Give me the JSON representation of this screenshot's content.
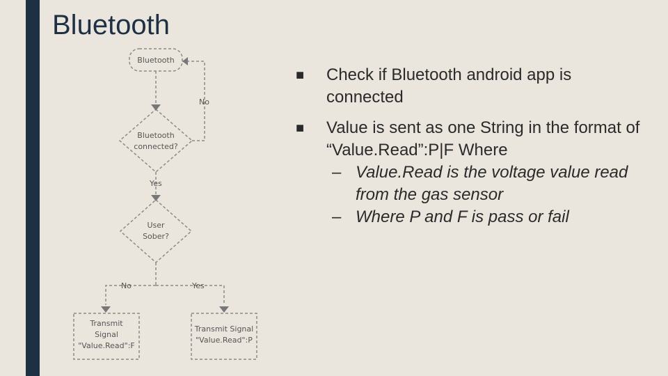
{
  "slide": {
    "title": "Bluetooth"
  },
  "flowchart": {
    "nodes": {
      "start": "Bluetooth",
      "decision_connected": "Bluetooth\nconnected?",
      "decision_sober": "User\nSober?",
      "action_fail": "Transmit\nSignal\n\"Value.Read\":F",
      "action_pass": "Transmit Signal\n\"Value.Read\":P"
    },
    "edge_labels": {
      "not_connected": "No",
      "connected": "Yes",
      "not_sober": "No",
      "sober": "Yes"
    }
  },
  "bullets": [
    {
      "marker": "■",
      "text": "Check if Bluetooth android app is connected"
    },
    {
      "marker": "■",
      "text": "Value is sent as one String in the format of “Value.Read”:P|F Where"
    }
  ],
  "sub_bullets": [
    {
      "marker": "–",
      "text": "Value.Read is the voltage value read from the gas sensor"
    },
    {
      "marker": "–",
      "text": "Where P and F is pass or fail"
    }
  ]
}
